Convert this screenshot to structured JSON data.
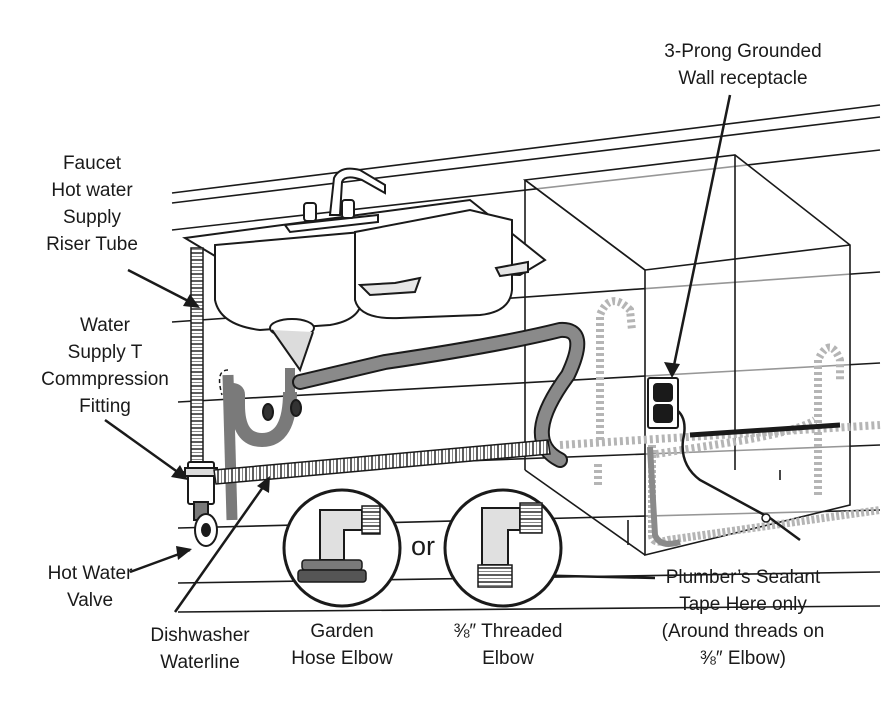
{
  "labels": {
    "receptacle": [
      "3-Prong Grounded",
      "Wall receptacle"
    ],
    "faucet": [
      "Faucet",
      "Hot water",
      "Supply",
      "Riser Tube"
    ],
    "tfitting": [
      "Water",
      "Supply T",
      "Commpression",
      "Fitting"
    ],
    "valve": [
      "Hot Water",
      "Valve"
    ],
    "waterline": [
      "Dishwasher",
      "Waterline"
    ],
    "garden": [
      "Garden",
      "Hose Elbow"
    ],
    "threaded": [
      "⅜″ Threaded",
      "Elbow"
    ],
    "sealant": [
      "Plumber’s Sealant",
      "Tape Here only",
      "(Around threads on",
      "⅜″ Elbow)"
    ],
    "or": "or"
  },
  "colors": {
    "line": "#1a1a1a",
    "pipe_gray": "#7a7a7a",
    "fill_light": "#f2f2f2",
    "dashed_gray": "#b5b5b5"
  }
}
